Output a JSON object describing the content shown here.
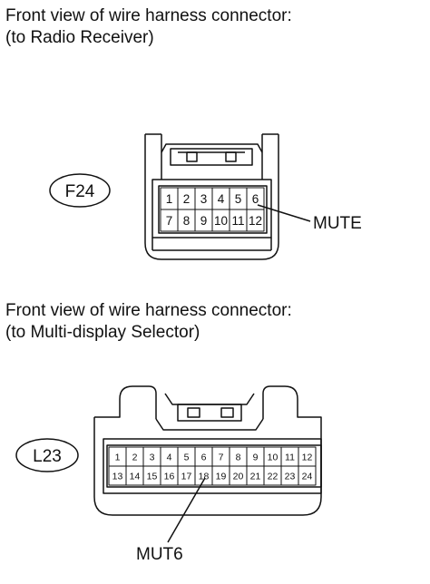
{
  "connectors": [
    {
      "id": "F24",
      "caption_line1": "Front view of wire harness connector:",
      "caption_line2": "(to Radio Receiver)",
      "pins_row1": [
        "1",
        "2",
        "3",
        "4",
        "5",
        "6"
      ],
      "pins_row2": [
        "7",
        "8",
        "9",
        "10",
        "11",
        "12"
      ],
      "callout_label": "MUTE"
    },
    {
      "id": "L23",
      "caption_line1": "Front view of wire harness connector:",
      "caption_line2": "(to Multi-display Selector)",
      "pins_row1": [
        "1",
        "2",
        "3",
        "4",
        "5",
        "6",
        "7",
        "8",
        "9",
        "10",
        "11",
        "12"
      ],
      "pins_row2": [
        "13",
        "14",
        "15",
        "16",
        "17",
        "18",
        "19",
        "20",
        "21",
        "22",
        "23",
        "24"
      ],
      "callout_label": "MUT6"
    }
  ]
}
